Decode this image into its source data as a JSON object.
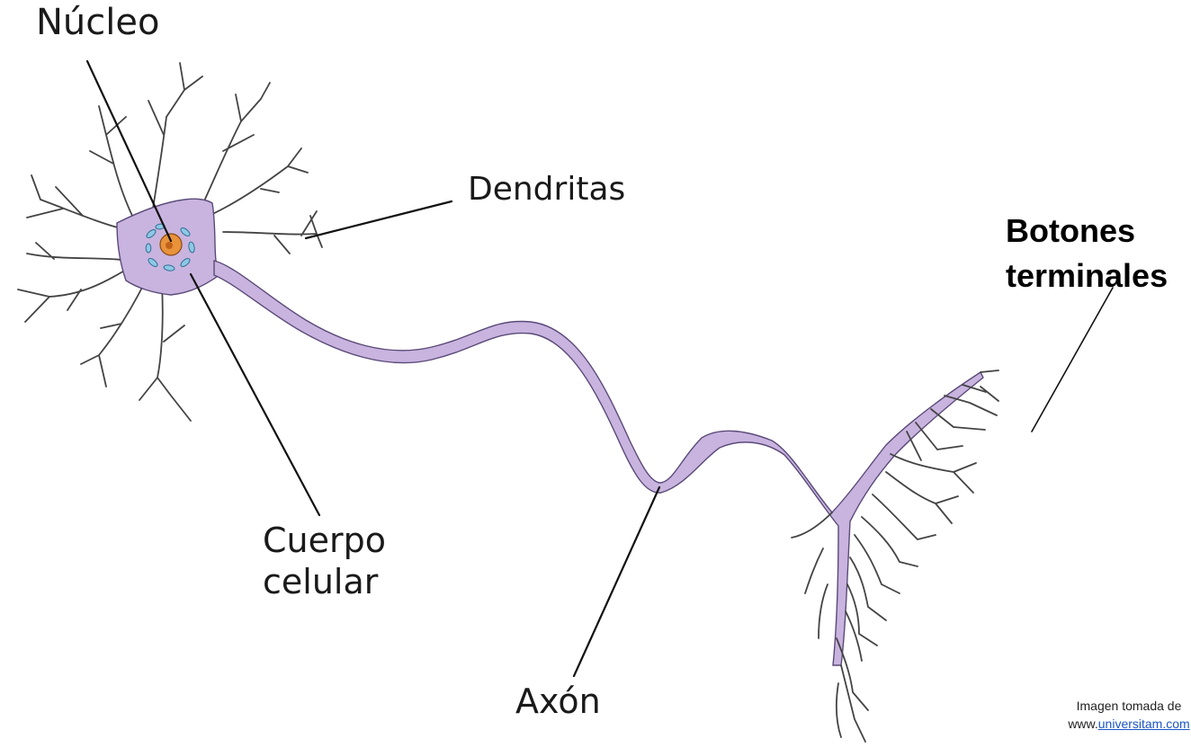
{
  "labels": {
    "nucleus": "Núcleo",
    "dendrites": "Dendritas",
    "cell_body_line1": "Cuerpo",
    "cell_body_line2": "celular",
    "axon": "Axón",
    "terminals_line1": "Botones",
    "terminals_line2": "terminales"
  },
  "credit": {
    "line1": "Imagen tomada de",
    "prefix": "www.",
    "link": "universitam.com"
  },
  "colors": {
    "membrane_fill": "#c9b4df",
    "membrane_stroke": "#5a4a78",
    "nucleus_fill": "#e8923a",
    "nucleolus_fill": "#c0621a",
    "organelle_fill": "#8ec8e4",
    "organelle_stroke": "#2e6f96"
  }
}
